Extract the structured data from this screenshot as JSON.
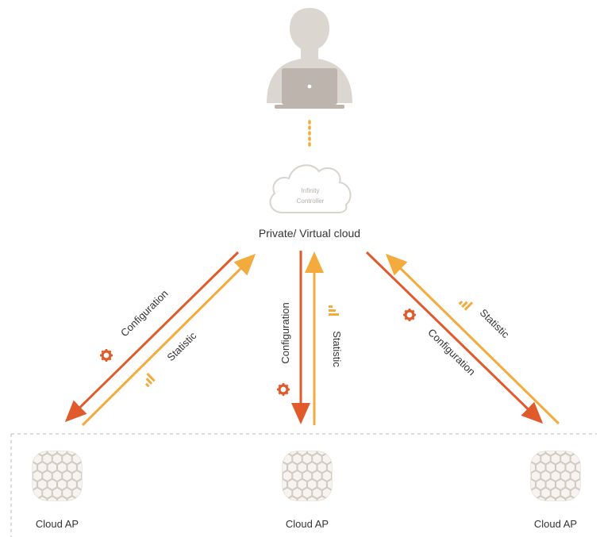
{
  "colors": {
    "configuration": "#e05a2b",
    "statistic": "#f2ab3c",
    "device": "#e8e3de",
    "device_pattern": "#cfc8c0",
    "person": "#dcd6d1",
    "text": "#333333"
  },
  "controller": {
    "line1": "Infinity",
    "line2": "Controller",
    "caption": "Private/ Virtual cloud"
  },
  "links": [
    {
      "name": "left",
      "configuration_label": "Configuration",
      "statistic_label": "Statistic"
    },
    {
      "name": "center",
      "configuration_label": "Configuration",
      "statistic_label": "Statistic"
    },
    {
      "name": "right",
      "configuration_label": "Configuration",
      "statistic_label": "Statistic"
    }
  ],
  "access_points": [
    {
      "label": "Cloud AP"
    },
    {
      "label": "Cloud AP"
    },
    {
      "label": "Cloud AP"
    }
  ],
  "icons": {
    "configuration": "gear-icon",
    "statistic": "signal-bars-icon",
    "user": "user-laptop-icon",
    "cloud": "cloud-icon",
    "access_point": "access-point-icon"
  }
}
